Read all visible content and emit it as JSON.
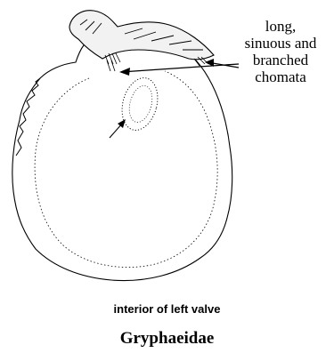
{
  "annotation": {
    "lines": [
      "long,",
      "sinuous and",
      "branched",
      "chomata"
    ]
  },
  "caption": "interior of left valve",
  "family": "Gryphaeidae",
  "colors": {
    "ink": "#000000",
    "background": "#ffffff"
  }
}
